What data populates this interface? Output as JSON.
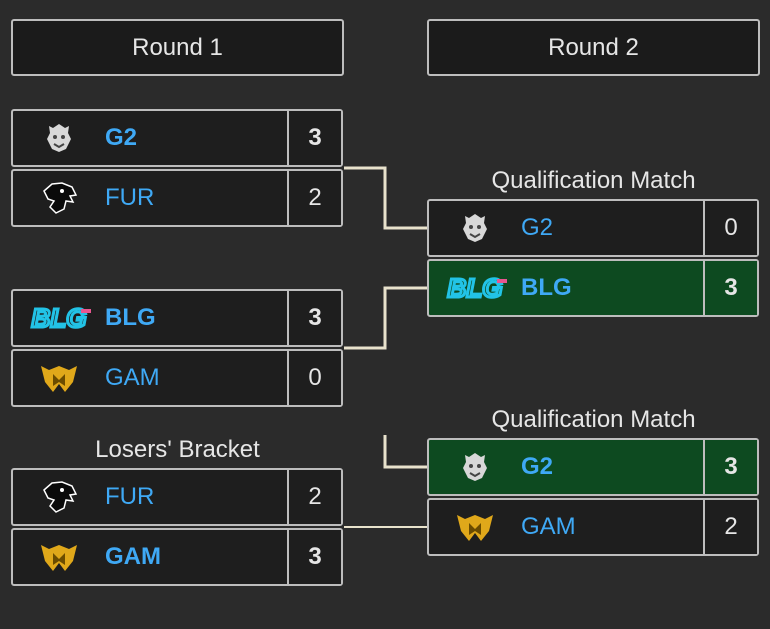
{
  "rounds": [
    {
      "label": "Round 1"
    },
    {
      "label": "Round 2"
    }
  ],
  "round1": {
    "match1": [
      {
        "team": "G2",
        "score": "3",
        "winner": true,
        "logo": "g2-icon"
      },
      {
        "team": "FUR",
        "score": "2",
        "winner": false,
        "logo": "panther-icon"
      }
    ],
    "match2": [
      {
        "team": "BLG",
        "score": "3",
        "winner": true,
        "logo": "blg-icon"
      },
      {
        "team": "GAM",
        "score": "0",
        "winner": false,
        "logo": "gam-icon"
      }
    ],
    "losers_label": "Losers' Bracket",
    "losers_match": [
      {
        "team": "FUR",
        "score": "2",
        "winner": false,
        "logo": "panther-icon"
      },
      {
        "team": "GAM",
        "score": "3",
        "winner": true,
        "logo": "gam-icon"
      }
    ]
  },
  "round2": {
    "qual1": {
      "label": "Qualification Match",
      "teams": [
        {
          "team": "G2",
          "score": "0",
          "winner": false,
          "logo": "g2-icon"
        },
        {
          "team": "BLG",
          "score": "3",
          "winner": true,
          "logo": "blg-icon"
        }
      ]
    },
    "qual2": {
      "label": "Qualification Match",
      "teams": [
        {
          "team": "G2",
          "score": "3",
          "winner": true,
          "logo": "g2-icon"
        },
        {
          "team": "GAM",
          "score": "2",
          "winner": false,
          "logo": "gam-icon"
        }
      ]
    }
  },
  "colors": {
    "background": "#2b2b2b",
    "panel": "#1e1e1e",
    "border": "#bdbdbd",
    "team_text": "#3fa9f5",
    "winner_bg": "#0d4a20",
    "connector": "#e8e2cc"
  }
}
